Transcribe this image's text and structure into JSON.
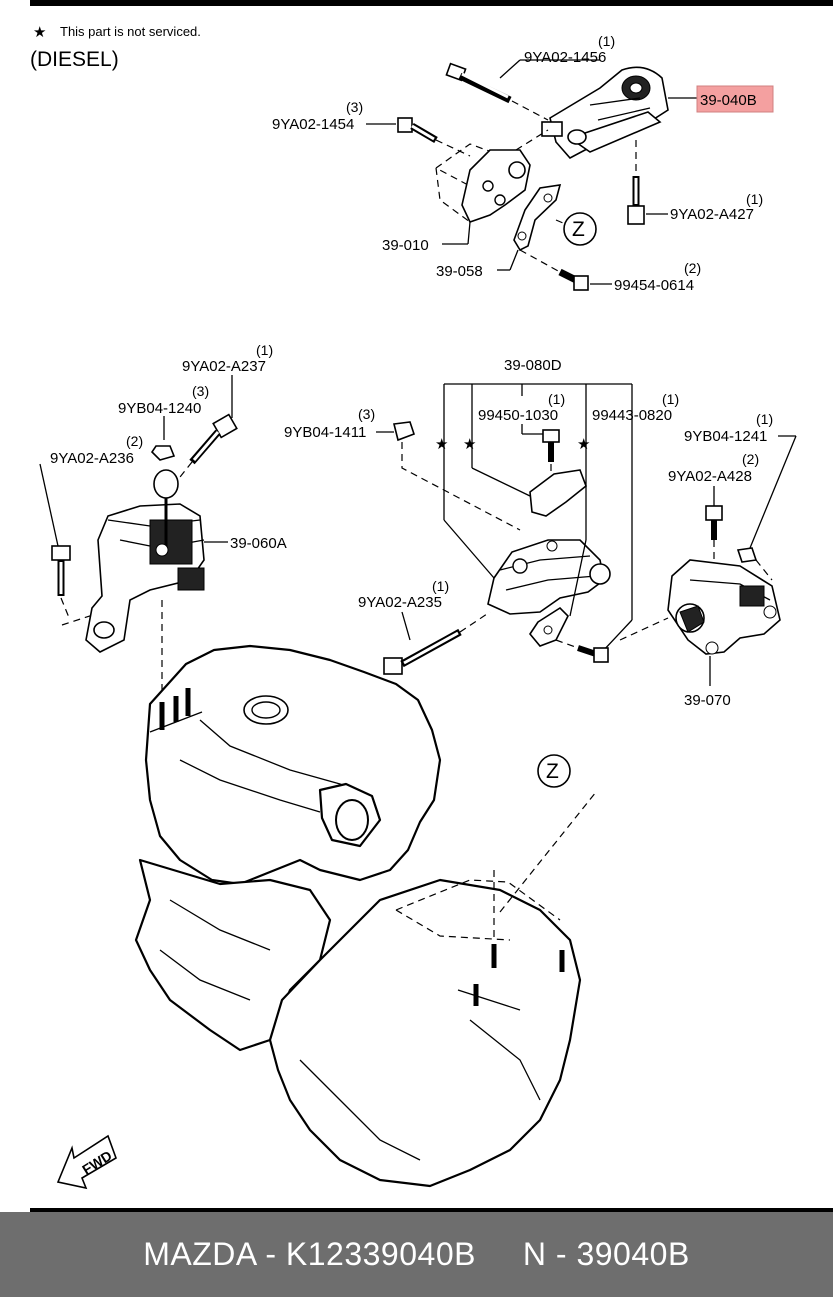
{
  "header": {
    "note": "This part is not serviced.",
    "variant": "(DIESEL)"
  },
  "labels": {
    "bolt_1456": {
      "code": "9YA02-1456",
      "qty": "(1)"
    },
    "bolt_1454": {
      "code": "9YA02-1454",
      "qty": "(3)"
    },
    "mount_040b": {
      "code": "39-040B",
      "highlight": "#f4a0a0"
    },
    "bolt_a427": {
      "code": "9YA02-A427",
      "qty": "(1)"
    },
    "bracket_010": {
      "code": "39-010"
    },
    "bracket_058": {
      "code": "39-058"
    },
    "bolt_0614": {
      "code": "99454-0614",
      "qty": "(2)"
    },
    "bolt_a237": {
      "code": "9YA02-A237",
      "qty": "(1)"
    },
    "nut_1240": {
      "code": "9YB04-1240",
      "qty": "(3)"
    },
    "bolt_a236": {
      "code": "9YA02-A236",
      "qty": "(2)"
    },
    "mount_060a": {
      "code": "39-060A"
    },
    "kit_080d": {
      "code": "39-080D"
    },
    "nut_1411": {
      "code": "9YB04-1411",
      "qty": "(3)"
    },
    "bolt_1030": {
      "code": "99450-1030",
      "qty": "(1)"
    },
    "bolt_0820": {
      "code": "99443-0820",
      "qty": "(1)"
    },
    "nut_1241": {
      "code": "9YB04-1241",
      "qty": "(1)"
    },
    "bolt_a428": {
      "code": "9YA02-A428",
      "qty": "(2)"
    },
    "bolt_a235": {
      "code": "9YA02-A235",
      "qty": "(1)"
    },
    "mount_070": {
      "code": "39-070"
    },
    "callout_z": "Z",
    "fwd": "FWD"
  },
  "footer": {
    "text": "MAZDA - K12339040B     N - 39040B"
  }
}
